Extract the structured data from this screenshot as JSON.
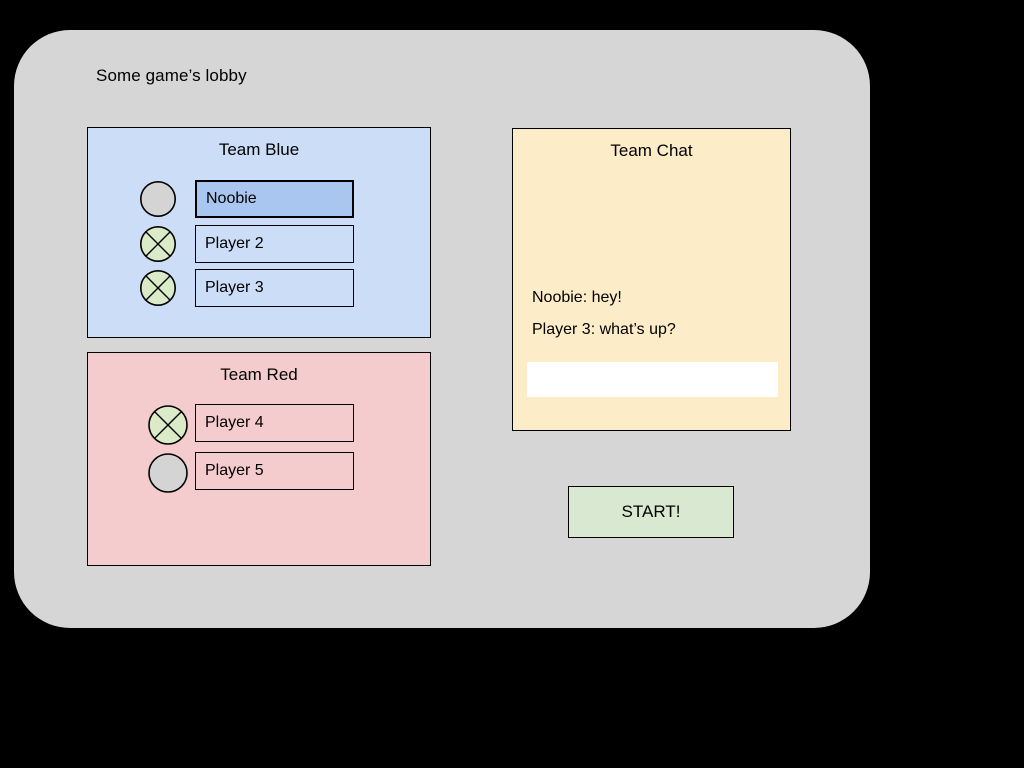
{
  "window": {
    "background_color": "#000000",
    "card_color": "#d6d6d6"
  },
  "lobby": {
    "title": "Some game’s lobby"
  },
  "teams": [
    {
      "id": "blue",
      "title": "Team Blue",
      "panel_color": "#ccddf7",
      "selected_color": "#a8c6ef",
      "players": [
        {
          "name": "Noobie",
          "avatar": "avatar-plain-circle-icon",
          "ready": false,
          "selected": true
        },
        {
          "name": "Player 2",
          "avatar": "avatar-crossed-circle-icon",
          "ready": true,
          "selected": false
        },
        {
          "name": "Player 3",
          "avatar": "avatar-crossed-circle-icon",
          "ready": true,
          "selected": false
        }
      ]
    },
    {
      "id": "red",
      "title": "Team Red",
      "panel_color": "#f5ccce",
      "players": [
        {
          "name": "Player 4",
          "avatar": "avatar-crossed-circle-icon",
          "ready": true,
          "selected": false
        },
        {
          "name": "Player 5",
          "avatar": "avatar-plain-circle-icon",
          "ready": false,
          "selected": false
        }
      ]
    }
  ],
  "chat": {
    "title": "Team Chat",
    "panel_color": "#fdecc8",
    "messages": [
      "Noobie: hey!",
      "Player 3: what’s up?"
    ],
    "input": {
      "value": "",
      "placeholder": ""
    }
  },
  "actions": {
    "start_label": "START!",
    "start_color": "#d9e8d0"
  },
  "avatar_colors": {
    "plain_fill": "#d4d4d4",
    "ready_fill": "#dbebc8",
    "stroke": "#000000"
  }
}
